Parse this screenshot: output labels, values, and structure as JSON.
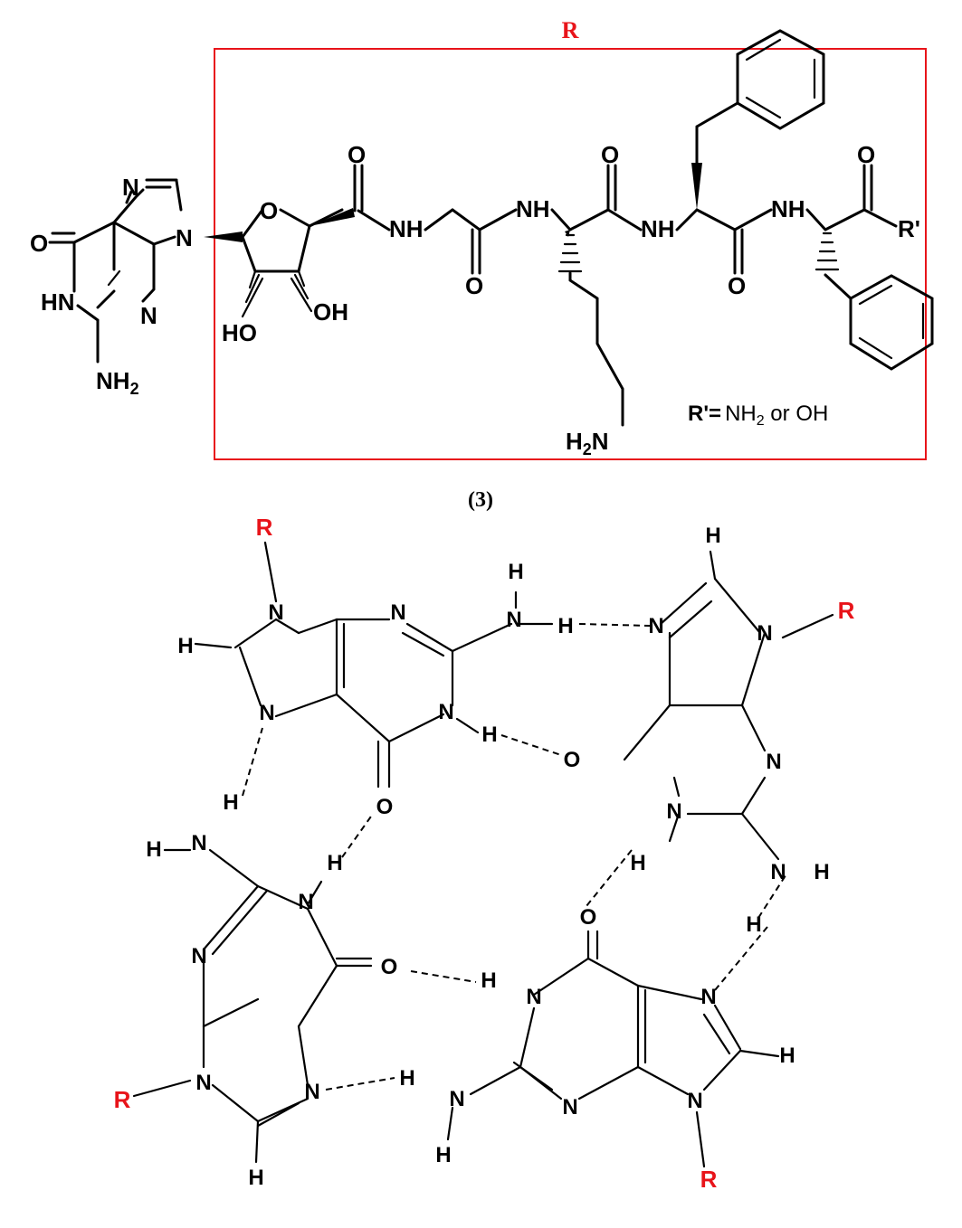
{
  "top": {
    "box_label": "R",
    "compound_label": "(3)",
    "r_prime_def": {
      "lhs": "R'=",
      "rhs_nh": "NH",
      "rhs_sub": "2",
      "rhs_rest": " or OH"
    },
    "atoms": {
      "guanine_O": "O",
      "guanine_N7": "N",
      "guanine_N9": "N",
      "guanine_HN1": "HN",
      "guanine_N3": "N",
      "guanine_NH2": "NH",
      "guanine_NH2_sub": "2",
      "ribose_O": "O",
      "ribose_HO": "HO",
      "ribose_OH": "OH",
      "amide1_O": "O",
      "amide1_NH": "NH",
      "gly_O": "O",
      "lys_NH": "NH",
      "lys_H2N": "H",
      "lys_H2N_sub": "2",
      "lys_H2N_N": "N",
      "lys_O": "O",
      "phe1_NH": "NH",
      "phe1_O": "O",
      "phe2_NH": "NH",
      "phe2_O": "O",
      "r_prime": "R'"
    }
  },
  "quartet": {
    "r_label": "R",
    "n": "N",
    "h": "H",
    "o": "O"
  },
  "colors": {
    "accent_red": "#e8141a",
    "ink": "#000000"
  }
}
